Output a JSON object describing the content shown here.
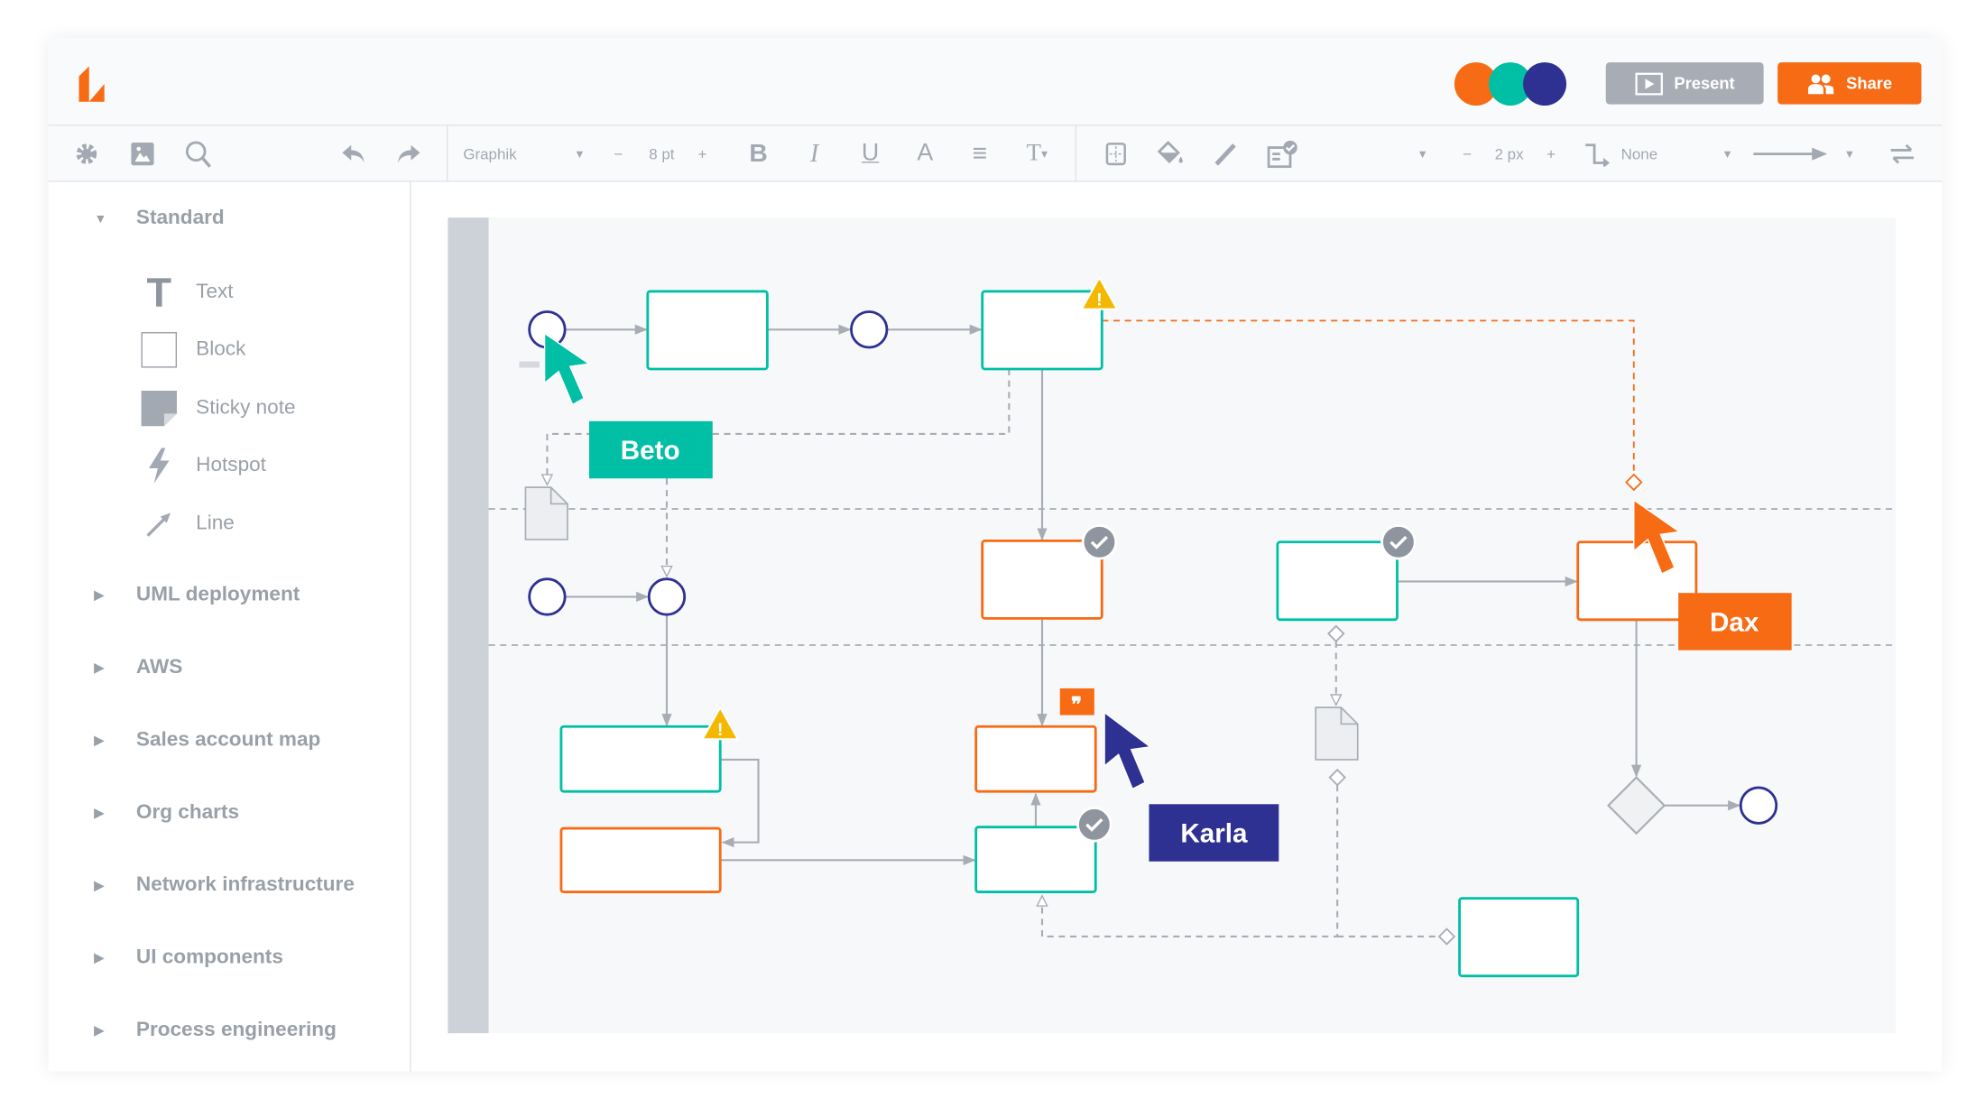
{
  "colors": {
    "orange": "#f76b15",
    "teal": "#00bfa5",
    "navy": "#2e3192",
    "gray": "#a8adb5",
    "canvas": "#f7f8fa"
  },
  "header": {
    "logo": "lucid-logo",
    "collaborators": [
      "orange",
      "teal",
      "navy"
    ],
    "present_label": "Present",
    "share_label": "Share"
  },
  "toolbar": {
    "font": "Graphik",
    "font_size": "8 pt",
    "minus": "−",
    "plus": "+",
    "line_width": "2 px",
    "line_jump": "None",
    "icons": [
      "gear-icon",
      "image-icon",
      "search-icon",
      "undo-icon",
      "redo-icon",
      "bold-icon",
      "italic-icon",
      "underline-icon",
      "text-color-icon",
      "align-icon",
      "text-options-icon",
      "table-icon",
      "fill-icon",
      "pen-icon",
      "data-icon",
      "line-style-icon",
      "swap-icon"
    ]
  },
  "sidebar": {
    "standard": {
      "title": "Standard",
      "items": [
        {
          "label": "Text"
        },
        {
          "label": "Block"
        },
        {
          "label": "Sticky note"
        },
        {
          "label": "Hotspot"
        },
        {
          "label": "Line"
        }
      ]
    },
    "sections": [
      "UML deployment",
      "AWS",
      "Sales account map",
      "Org charts",
      "Network infrastructure",
      "UI components",
      "Process engineering"
    ]
  },
  "canvas": {
    "cursors": [
      {
        "name": "Beto",
        "color": "teal"
      },
      {
        "name": "Dax",
        "color": "orange"
      },
      {
        "name": "Karla",
        "color": "navy"
      }
    ]
  }
}
